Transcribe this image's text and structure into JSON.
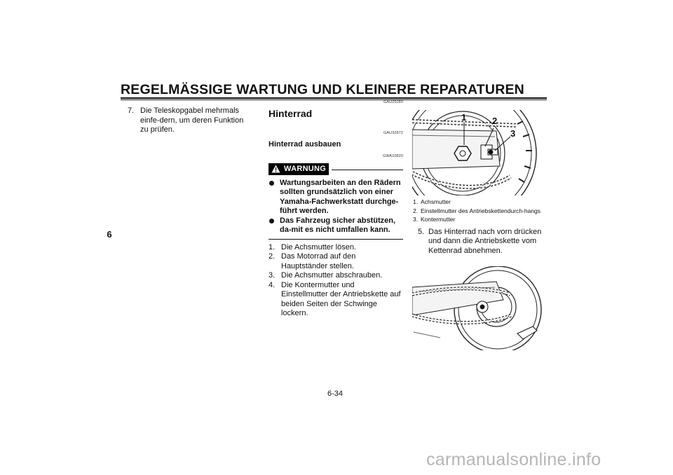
{
  "header": {
    "title": "REGELMÄSSIGE WARTUNG UND KLEINERE REPARATUREN"
  },
  "chapter_tab": "6",
  "column_left": {
    "step7": {
      "num": "7.",
      "text": "Die Teleskopgabel mehrmals einfe-dern, um deren Funktion zu prüfen."
    }
  },
  "column_mid": {
    "code_section": "GAU25080",
    "section_title": "Hinterrad",
    "code_sub": "GAU32872",
    "sub_title": "Hinterrad ausbauen",
    "code_warning": "GWA10820",
    "warning_label": "WARNUNG",
    "warnings": [
      "Wartungsarbeiten an den Rädern sollten grundsätzlich von einer Yamaha-Fachwerkstatt durchge-führt werden.",
      "Das Fahrzeug sicher abstützen, da-mit es nicht umfallen kann."
    ],
    "steps": [
      {
        "num": "1.",
        "text": "Die Achsmutter lösen."
      },
      {
        "num": "2.",
        "text": "Das Motorrad auf den Hauptständer stellen."
      },
      {
        "num": "3.",
        "text": "Die Achsmutter abschrauben."
      },
      {
        "num": "4.",
        "text": "Die Kontermutter und Einstellmutter der Antriebskette auf beiden Seiten der Schwinge lockern."
      }
    ]
  },
  "column_right": {
    "figure1_labels": [
      "1",
      "2",
      "3"
    ],
    "captions": [
      {
        "num": "1.",
        "text": "Achsmutter"
      },
      {
        "num": "2.",
        "text": "Einstellmutter des Antriebskettendurch-hangs"
      },
      {
        "num": "3.",
        "text": "Kontermutter"
      }
    ],
    "step5": {
      "num": "5.",
      "text": "Das Hinterrad nach vorn drücken und dann die Antriebskette vom Kettenrad abnehmen."
    }
  },
  "footer": {
    "page_number": "6-34",
    "watermark": "carmanualsonline.info"
  }
}
